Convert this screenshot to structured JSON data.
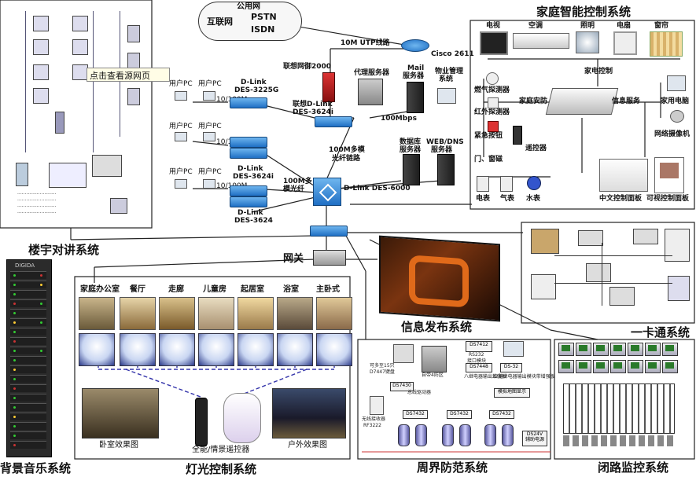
{
  "network": {
    "cloud_label": "公用网",
    "cloud_internet": "互联网",
    "cloud_pstn": "PSTN",
    "cloud_isdn": "ISDN",
    "utp_10m": "10M UTP线路",
    "cisco": "Cisco 2611",
    "firewall": "联想网御2000",
    "proxy": "代理服务器",
    "mail": "Mail",
    "mail2": "服务器",
    "property": "物业管理",
    "property2": "系统",
    "dlink_3624i_top": "联想D-Link",
    "dlink_3624i_top2": "DES-3624i",
    "mbps100": "100Mbps",
    "user_pc": "用户PC",
    "dlink_3225g": "D-Link",
    "dlink_3225g2": "DES-3225G",
    "speed_10_100m": "10/100M",
    "dlink_3624i": "D-Link",
    "dlink_3624i2": "DES-3624i",
    "dlink_3624": "D-Link",
    "dlink_3624_2": "DES-3624",
    "multimode_100m": "100M多模",
    "multimode_100m_2": "光纤链路",
    "multimode_100m_b": "100M多",
    "multimode_100m_b2": "模光纤",
    "db_server": "数据库",
    "db_server2": "服务器",
    "web_server": "WEB/DNS",
    "web_server2": "服务器",
    "dlink_6000": "D-Link DES-6000",
    "gateway": "网关"
  },
  "popup": {
    "label": "点击查看源网页"
  },
  "sections": {
    "intercom": "楼宇对讲系统",
    "home_control": "家庭智能控制系统",
    "background_music": "背景音乐系统",
    "lighting": "灯光控制系统",
    "info_release": "信息发布系统",
    "onecard": "一卡通系统",
    "perimeter": "周界防范系统",
    "cctv": "闭路监控系统"
  },
  "home": {
    "devices": [
      "电视",
      "空调",
      "照明",
      "电扇",
      "窗帘"
    ],
    "appliance_ctrl": "家电控制",
    "sensors": [
      "燃气探测器",
      "红外探测器",
      "紧急按钮",
      "门、窗磁"
    ],
    "home_security": "家庭安防",
    "info_service": "信息服务",
    "remote": "遥控器",
    "home_pc": "家用电脑",
    "net_camera": "网络摄像机",
    "meters": [
      "电表",
      "气表",
      "水表"
    ],
    "cn_panel": "中文控制面板",
    "video_panel": "可视控制面板"
  },
  "lighting": {
    "rooms": [
      "家庭办公室",
      "餐厅",
      "走廊",
      "儿童房",
      "起居室",
      "浴室",
      "主卧式"
    ],
    "bedroom_effect": "卧室效果图",
    "remote": "全能/情景遥控器",
    "outdoor_effect": "户外效果图"
  },
  "perimeter": {
    "ds7412": "DS7412",
    "rs232": "RS232",
    "iface": "接口模块",
    "ds7448": "DS7448",
    "ds7448_desc": "八继电器输出增强板",
    "ds32": "DS-32",
    "ds32_desc": "32路继电器输出模块带增强板",
    "sim_panel": "模拟地图显示",
    "keyboard": "可多至15只",
    "keyboard2": "D7447键盘",
    "main_ctrl": "自带4防区",
    "ds7430": "DS7430",
    "bus_drv": "总线驱动器",
    "wireless": "无线接收器",
    "rf3222": "RF3222",
    "ds7432": "DS7432",
    "ds24v": "DS24V",
    "ds24v2": "辅助电源"
  },
  "brand": "DIGIDA",
  "colors": {
    "accent": "#1f6fc4",
    "line": "#333333",
    "lamp_blue": "#2b3a8a"
  }
}
